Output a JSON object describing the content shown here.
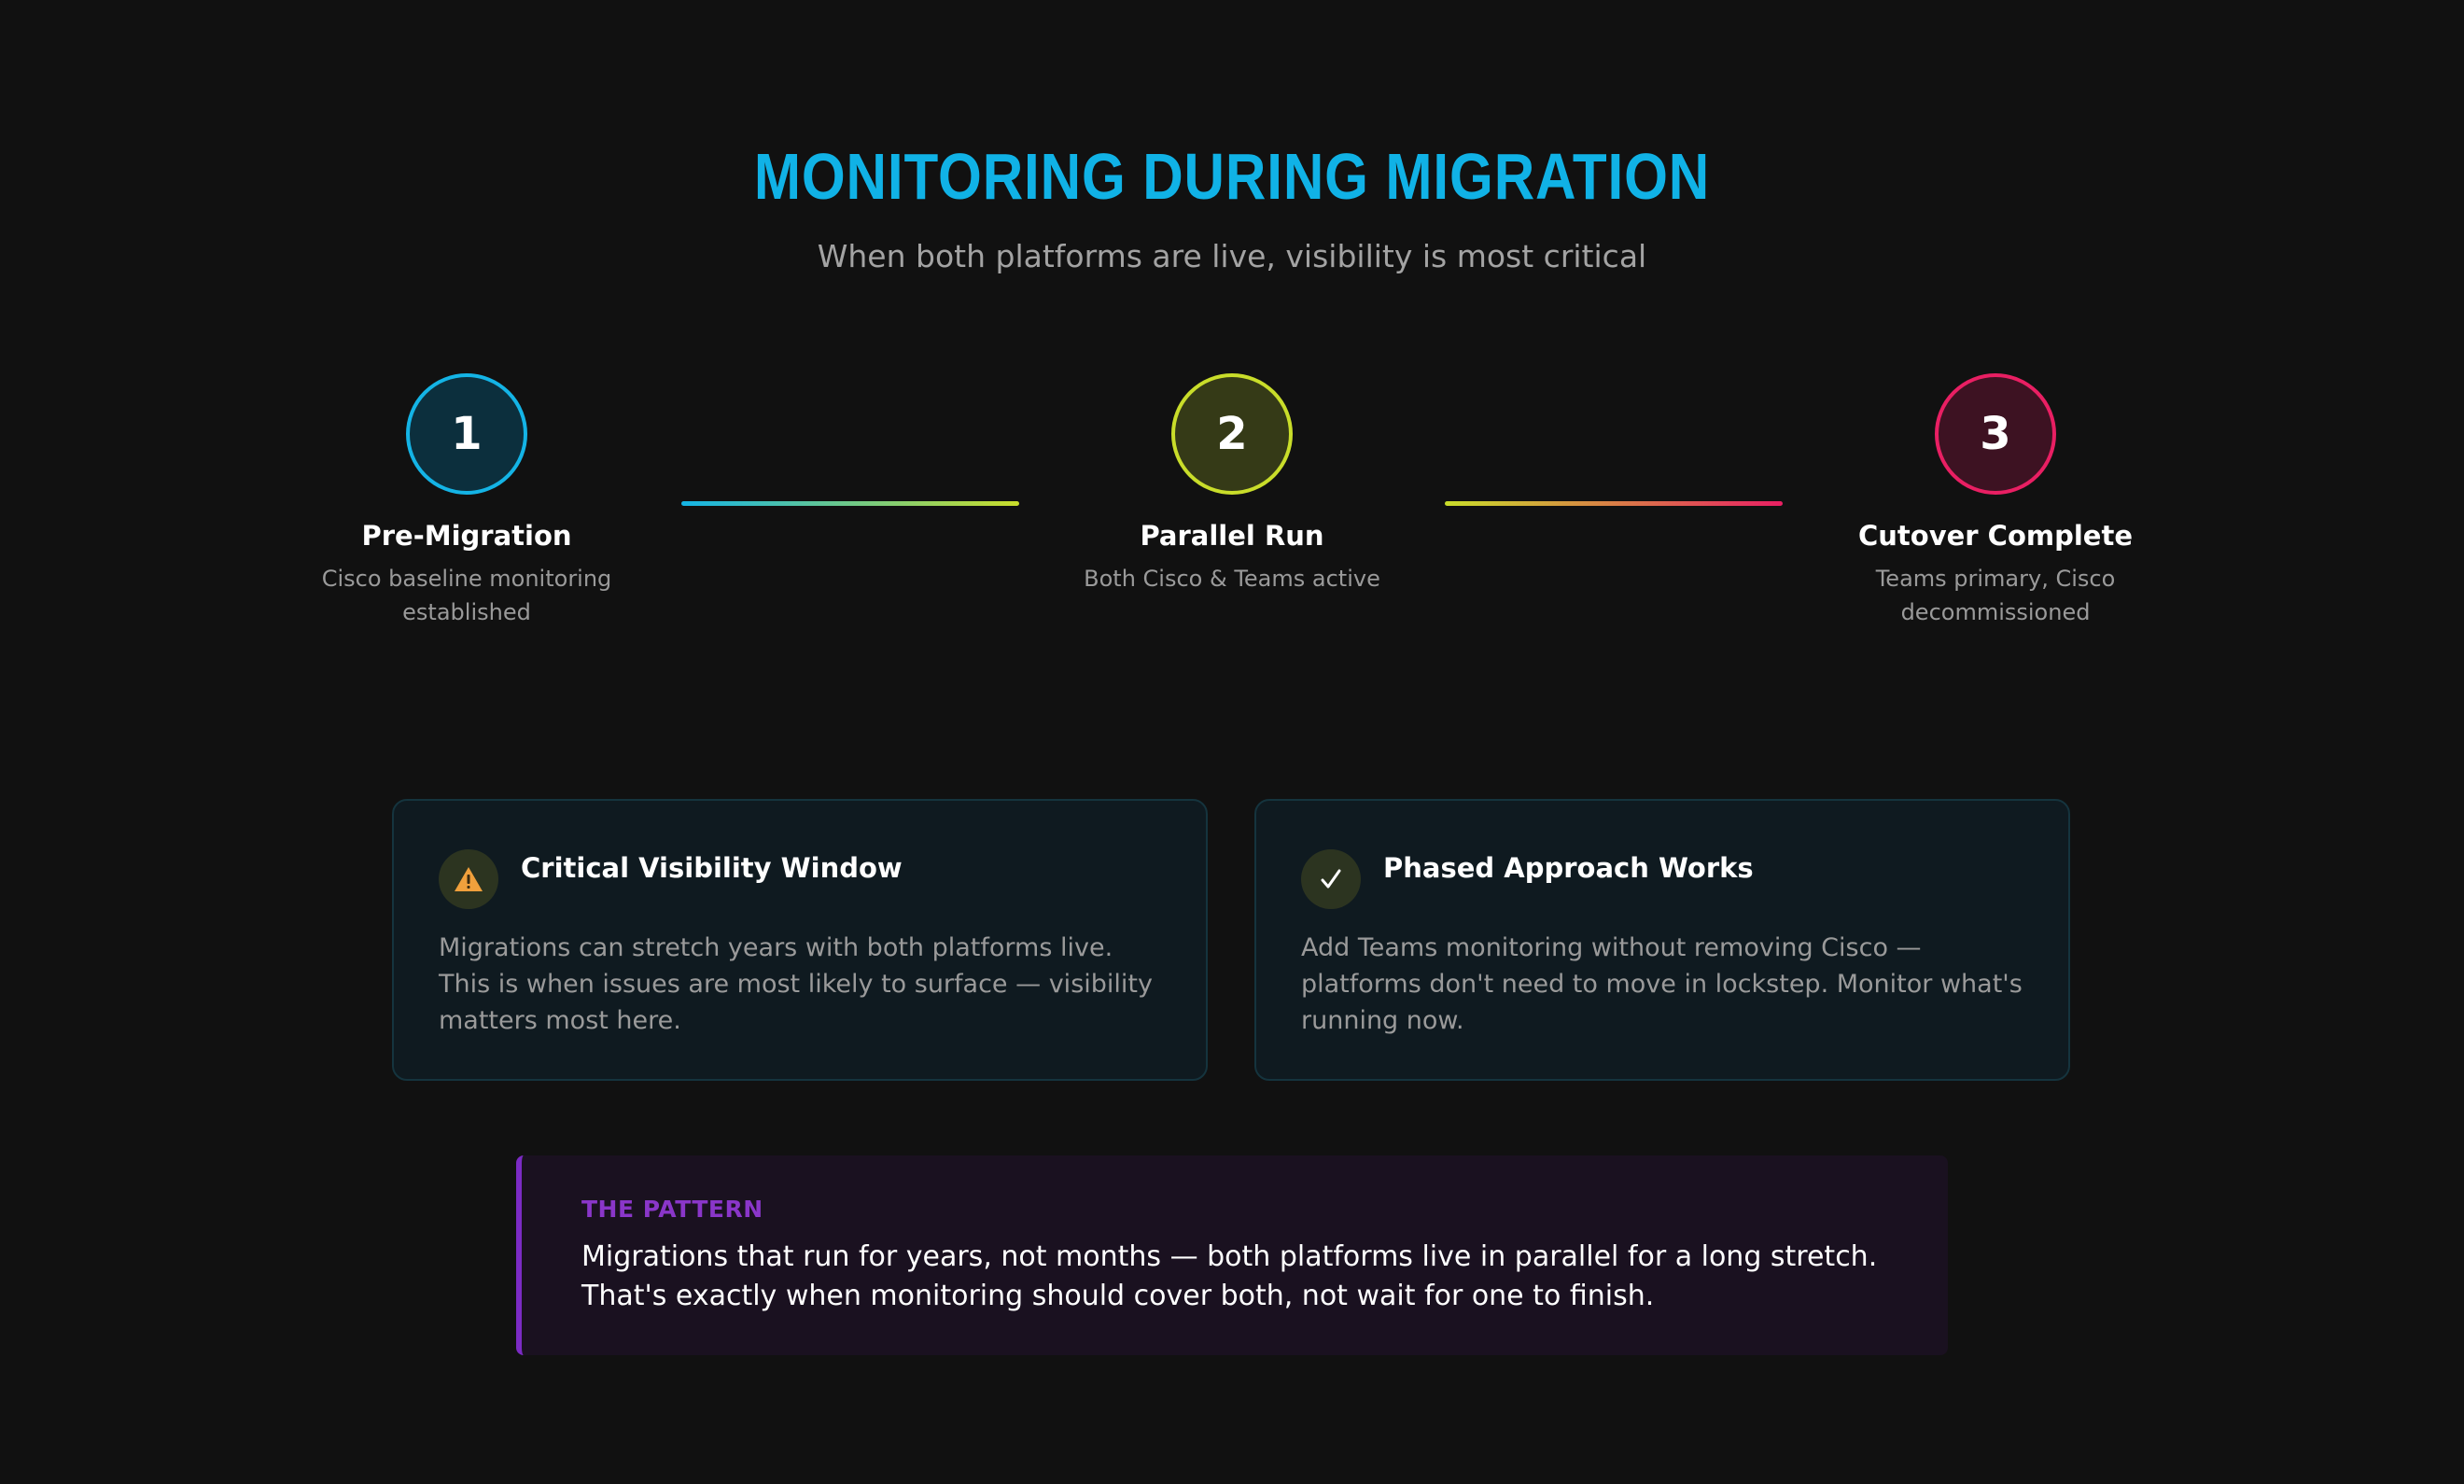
{
  "header": {
    "title": "MONITORING DURING MIGRATION",
    "subtitle": "When both platforms are live, visibility is most critical"
  },
  "steps": [
    {
      "number": "1",
      "title": "Pre-Migration",
      "description": "Cisco baseline monitoring established",
      "color": "#14b4e6"
    },
    {
      "number": "2",
      "title": "Parallel Run",
      "description": "Both Cisco & Teams active",
      "color": "#c9dd2a"
    },
    {
      "number": "3",
      "title": "Cutover Complete",
      "description": "Teams primary, Cisco decommissioned",
      "color": "#e91f63"
    }
  ],
  "cards": [
    {
      "icon": "warning-icon",
      "title": "Critical Visibility Window",
      "body": "Migrations can stretch years with both platforms live. This is when issues are most likely to surface — visibility matters most here."
    },
    {
      "icon": "checkmark-icon",
      "title": "Phased Approach Works",
      "body": "Add Teams monitoring without removing Cisco — platforms don't need to move in lockstep. Monitor what's running now."
    }
  ],
  "callout": {
    "label": "THE PATTERN",
    "text": "Migrations that run for years, not months — both platforms live in parallel for a long stretch. That's exactly when monitoring should cover both, not wait for one to finish."
  },
  "colors": {
    "accent": "#10b2e6",
    "step1": "#14b4e6",
    "step2": "#c9dd2a",
    "step3": "#e91f63",
    "callout_accent": "#7b2bc4",
    "warning": "#f0a03c"
  }
}
